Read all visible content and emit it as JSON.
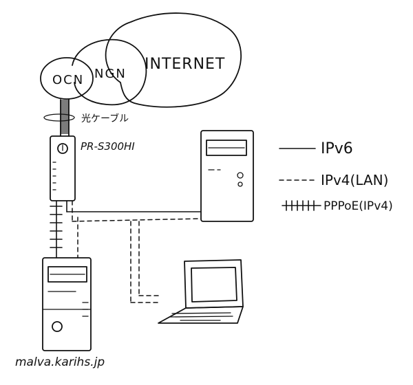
{
  "clouds": {
    "ocn": "OCN",
    "ngn": "NGN",
    "internet": "INTERNET"
  },
  "cable_label": "光ケーブル",
  "router_label": "PR-S300HI",
  "legend": {
    "ipv6": "IPv6",
    "ipv4_lan": "IPv4(LAN)",
    "pppoe": "PPPoE(IPv4)"
  },
  "footer": "malva.karihs.jp",
  "icons": {
    "router": "router-icon",
    "server": "server-tower-icon",
    "desktop": "desktop-tower-icon",
    "laptop": "laptop-icon"
  }
}
